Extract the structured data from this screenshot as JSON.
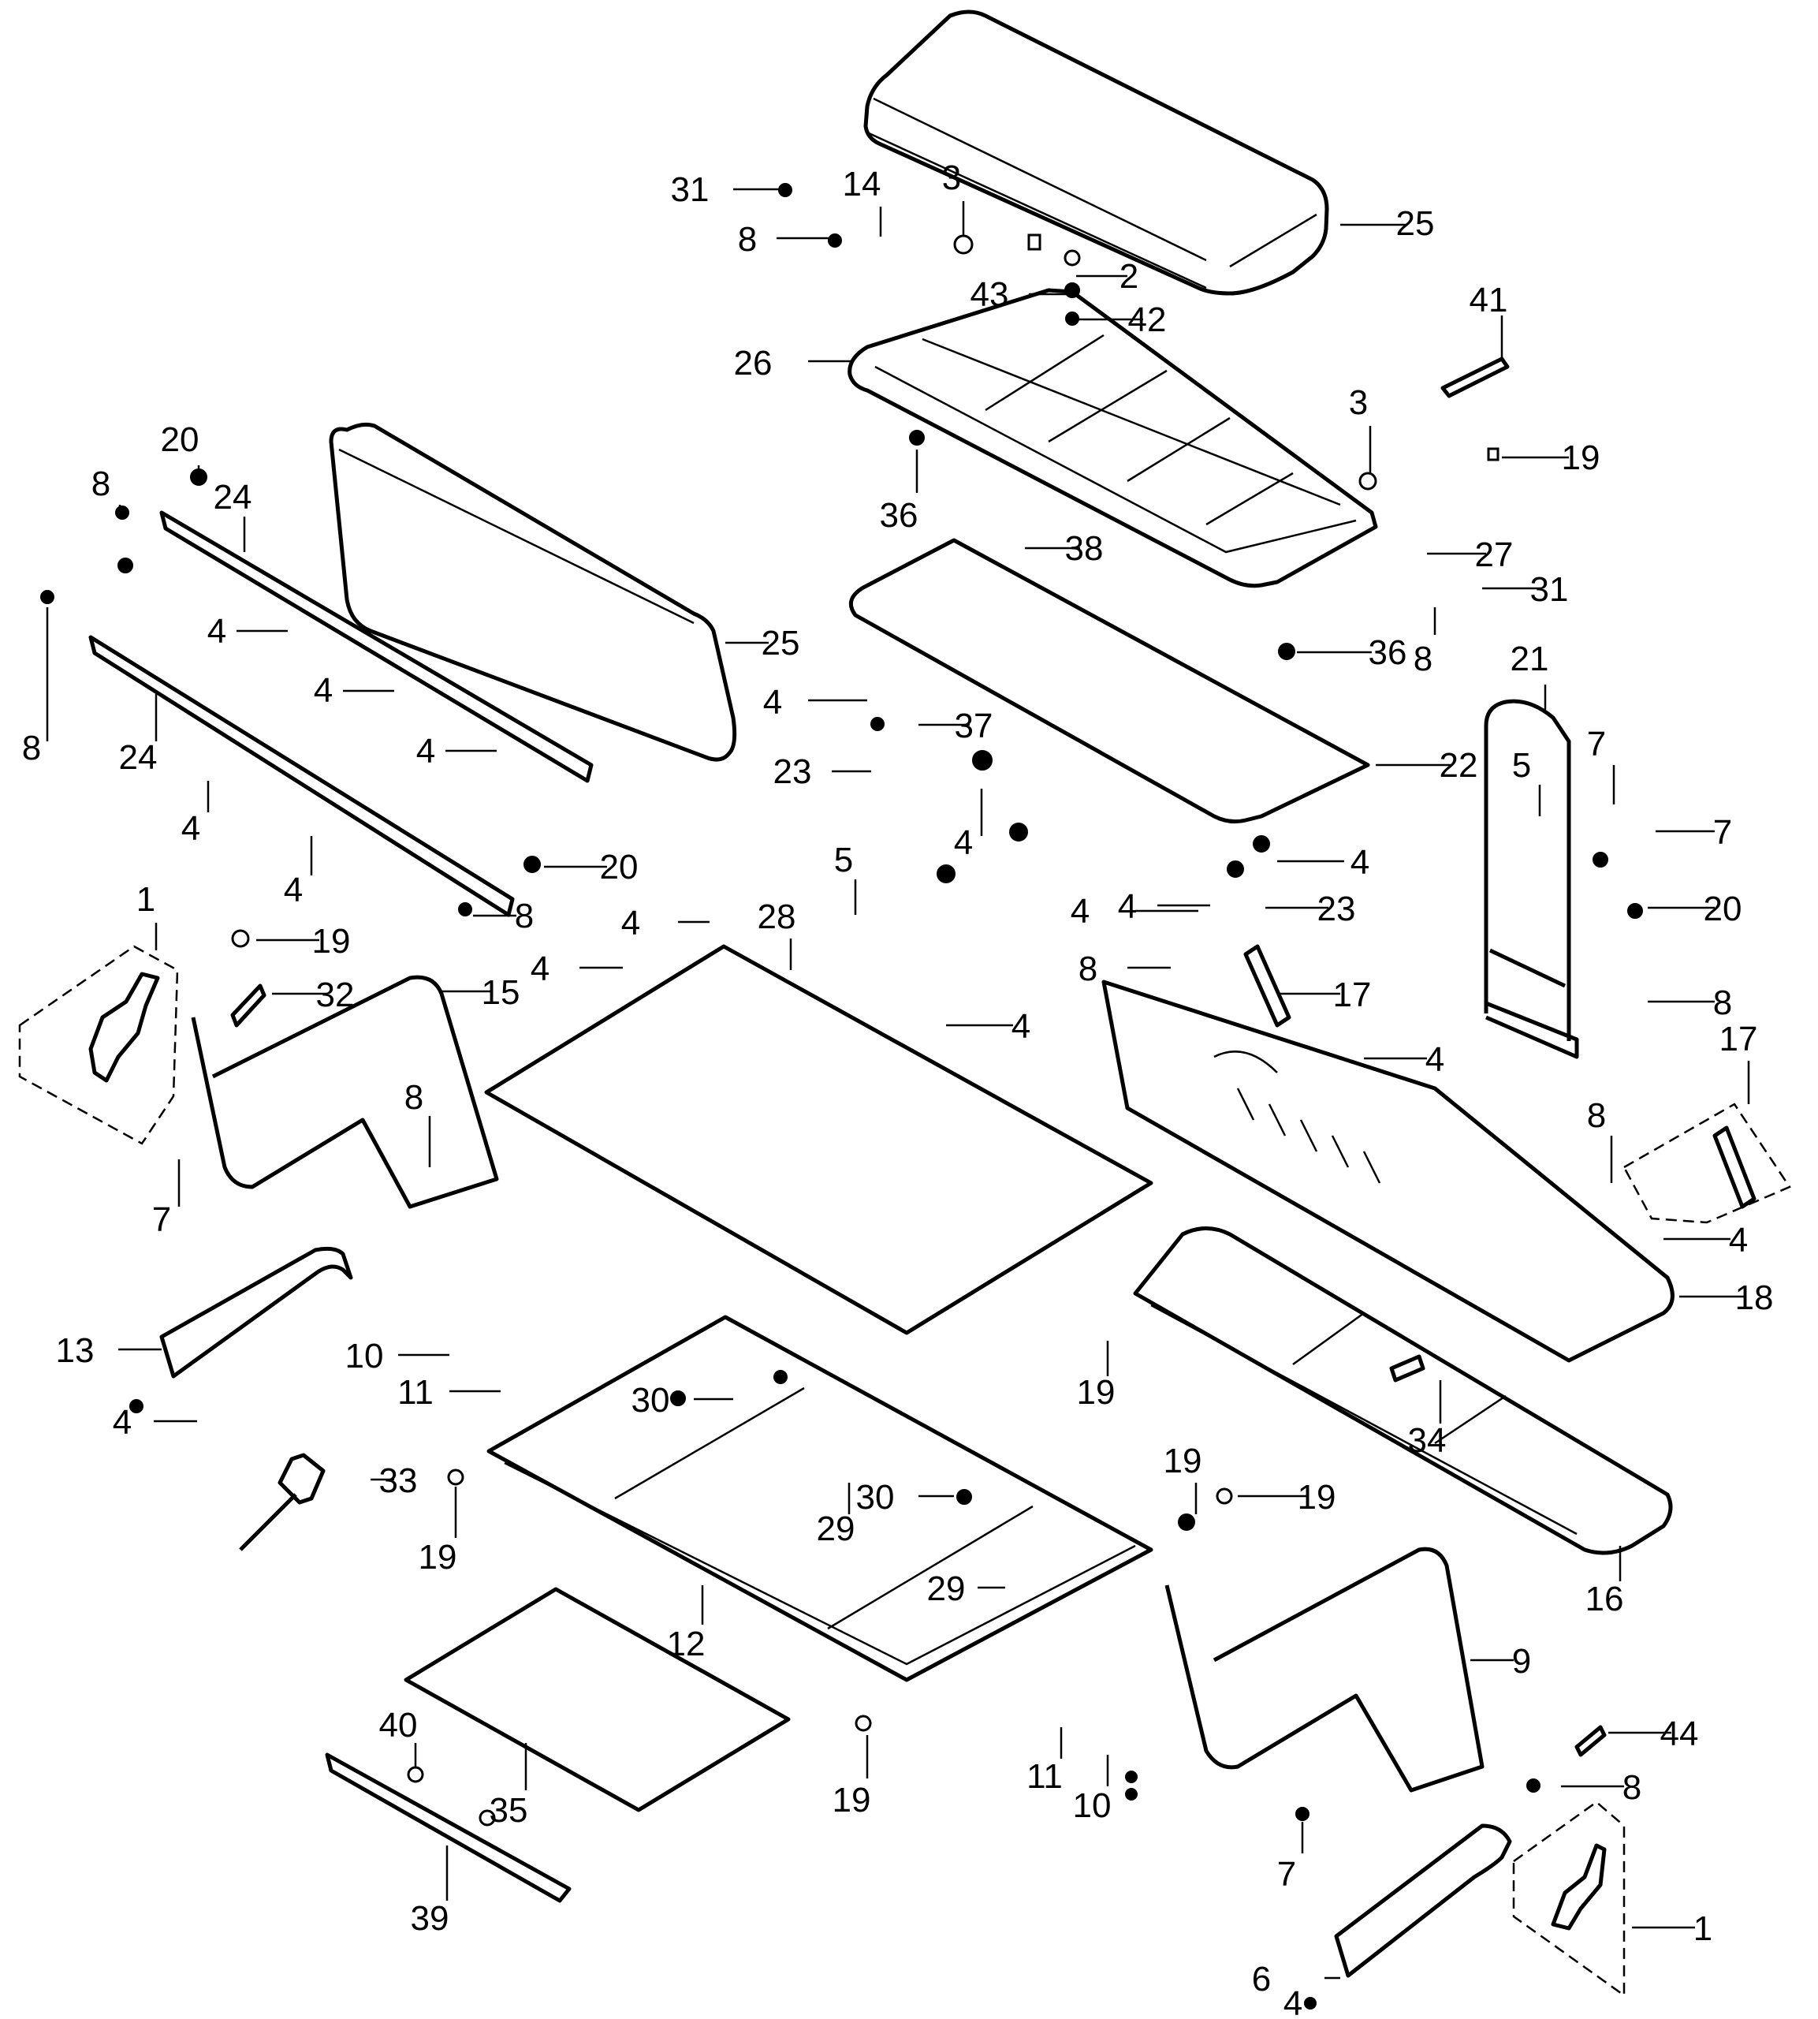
{
  "diagram": {
    "type": "exploded-parts-view",
    "subject": "rear seat / cargo bench assembly",
    "colors": {
      "line": "#000000",
      "background": "#ffffff"
    }
  },
  "parts": {
    "seat_belt_assy_left": "1",
    "seat_belt_assy_right": "1",
    "bolt_2": "2",
    "nut_3_top": "3",
    "nut_3_right": "3",
    "rivet_4": "4",
    "bumper_5": "5",
    "side_trim_right": "6",
    "bolt_7": "7",
    "bolt_8": "8",
    "side_frame_right": "9",
    "bolt_10": "10",
    "bracket_11": "11",
    "base_frame": "12",
    "side_trim_left": "13",
    "latch_bracket_left": "14",
    "side_frame_left": "15",
    "rear_frame": "16",
    "reflector": "17",
    "rear_panel": "18",
    "end_cap_19": "19",
    "nut_20": "20",
    "grab_handle": "21",
    "seat_pan": "22",
    "grommet_23": "23",
    "rail_24": "24",
    "cushion_25": "25",
    "seat_frame": "26",
    "latch_bracket_right": "27",
    "floor_panel": "28",
    "bolt_29": "29",
    "nut_30": "30",
    "screw_31": "31",
    "label_32": "32",
    "buckle_33": "33",
    "pad_34": "34",
    "lower_panel": "35",
    "bumper_36": "36",
    "nut_37": "37",
    "hinge_38": "38",
    "hinge_strip_39": "39",
    "washer_40": "40",
    "label_41": "41",
    "washer_42": "42",
    "washer_43": "43",
    "label_44": "44"
  },
  "callouts": [
    "31",
    "14",
    "3",
    "8",
    "25",
    "2",
    "43",
    "42",
    "26",
    "41",
    "3",
    "19",
    "36",
    "38",
    "27",
    "31",
    "8",
    "36",
    "20",
    "24",
    "8",
    "25",
    "4",
    "4",
    "4",
    "8",
    "24",
    "4",
    "4",
    "20",
    "8",
    "4",
    "37",
    "23",
    "4",
    "22",
    "21",
    "5",
    "7",
    "7",
    "4",
    "4",
    "4",
    "23",
    "20",
    "1",
    "19",
    "32",
    "15",
    "5",
    "4",
    "28",
    "4",
    "8",
    "17",
    "8",
    "4",
    "4",
    "17",
    "8",
    "7",
    "8",
    "4",
    "18",
    "13",
    "10",
    "11",
    "4",
    "30",
    "19",
    "34",
    "33",
    "29",
    "30",
    "19",
    "19",
    "19",
    "12",
    "29",
    "16",
    "9",
    "40",
    "35",
    "44",
    "19",
    "11",
    "10",
    "8",
    "39",
    "7",
    "1",
    "6",
    "4"
  ]
}
